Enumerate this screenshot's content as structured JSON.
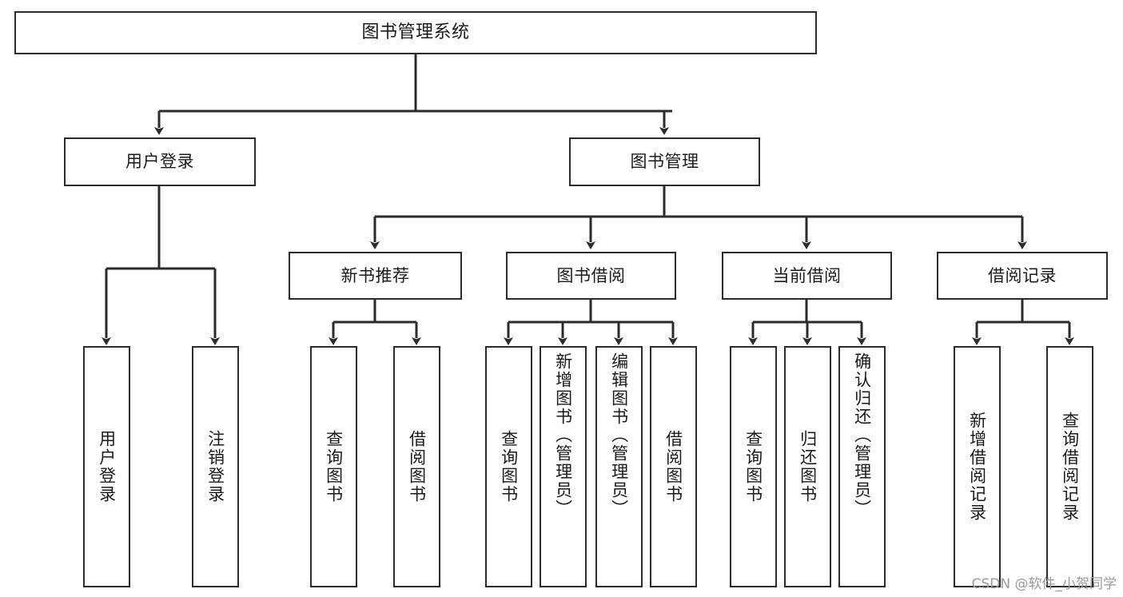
{
  "diagram": {
    "type": "tree-hierarchy-chart",
    "title": "图书管理系统",
    "orientation": "top-down",
    "edge_color": "#2b2b2b",
    "node_border_color": "#2b2b2b",
    "node_fill_color": "#ffffff",
    "text_color": "#1a1a1a"
  },
  "root": {
    "label": "图书管理系统"
  },
  "level2": [
    {
      "label": "用户登录"
    },
    {
      "label": "图书管理"
    }
  ],
  "level3": [
    {
      "label": "新书推荐"
    },
    {
      "label": "图书借阅"
    },
    {
      "label": "当前借阅"
    },
    {
      "label": "借阅记录"
    }
  ],
  "leaves": {
    "user_login": [
      {
        "label": "用户登录"
      },
      {
        "label": "注销登录"
      }
    ],
    "new_book": [
      {
        "label": "查询图书"
      },
      {
        "label": "借阅图书"
      }
    ],
    "book_borrow": [
      {
        "label": "查询图书"
      },
      {
        "label": "新增图书（管理员）"
      },
      {
        "label": "编辑图书（管理员）"
      },
      {
        "label": "借阅图书"
      }
    ],
    "current_borrow": [
      {
        "label": "查询图书"
      },
      {
        "label": "归还图书"
      },
      {
        "label": "确认归还（管理员）"
      }
    ],
    "borrow_record": [
      {
        "label": "新增借阅记录"
      },
      {
        "label": "查询借阅记录"
      }
    ]
  },
  "watermark": {
    "text": "CSDN @软件_小贺同学"
  }
}
